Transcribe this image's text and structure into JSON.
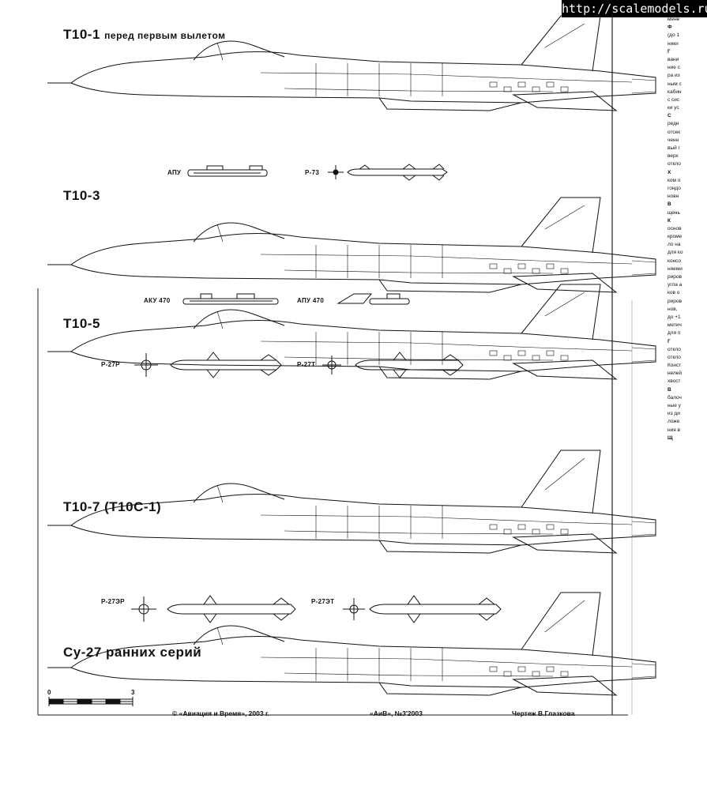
{
  "watermark": "http://scalemodels.ru",
  "drawings": [
    {
      "title_main": "Т10-1",
      "title_sub": "перед первым вылетом"
    },
    {
      "title_main": "Т10-3",
      "title_sub": ""
    },
    {
      "title_main": "Т10-5",
      "title_sub": ""
    },
    {
      "title_main": "Т10-7 (Т10С-1)",
      "title_sub": ""
    },
    {
      "title_main": "Су-27 ранних серий",
      "title_sub": ""
    }
  ],
  "weapons": [
    "АПУ",
    "Р-73",
    "АКУ 470",
    "АПУ 470",
    "Р-27Р",
    "Р-27Т",
    "Р-27ЭР",
    "Р-27ЭТ"
  ],
  "scale": {
    "start": "0",
    "end": "3"
  },
  "footer": {
    "copyright": "© «Авиация и Время», 2003 г.",
    "issue": "«АиВ», №3'2003",
    "author": "Чертеж В.Глазкова"
  },
  "side_text": [
    "мене",
    "Ф",
    "(до 1",
    "ники",
    "Г",
    "вани",
    "ние с",
    "ра из",
    "ным с",
    "кабин",
    "с сис",
    "ки ус",
    "С",
    "редн",
    "отсек",
    "ченн",
    "вый г",
    "верх",
    "откло",
    "Х",
    "ком о",
    "гондо",
    "новн",
    "В",
    "щень",
    "К",
    "основ",
    "кроме",
    "ло на",
    "для ко",
    "консо",
    "няеми",
    "риров",
    "угла а",
    "ков о",
    "риров",
    "нов,",
    "до +1",
    "метич",
    "для п",
    "Г",
    "откло",
    "откло",
    "Конст",
    "нелей",
    "хвост",
    "В",
    "балоч",
    "ные у",
    "из ди",
    "ложе",
    "ния в",
    "Щ"
  ]
}
